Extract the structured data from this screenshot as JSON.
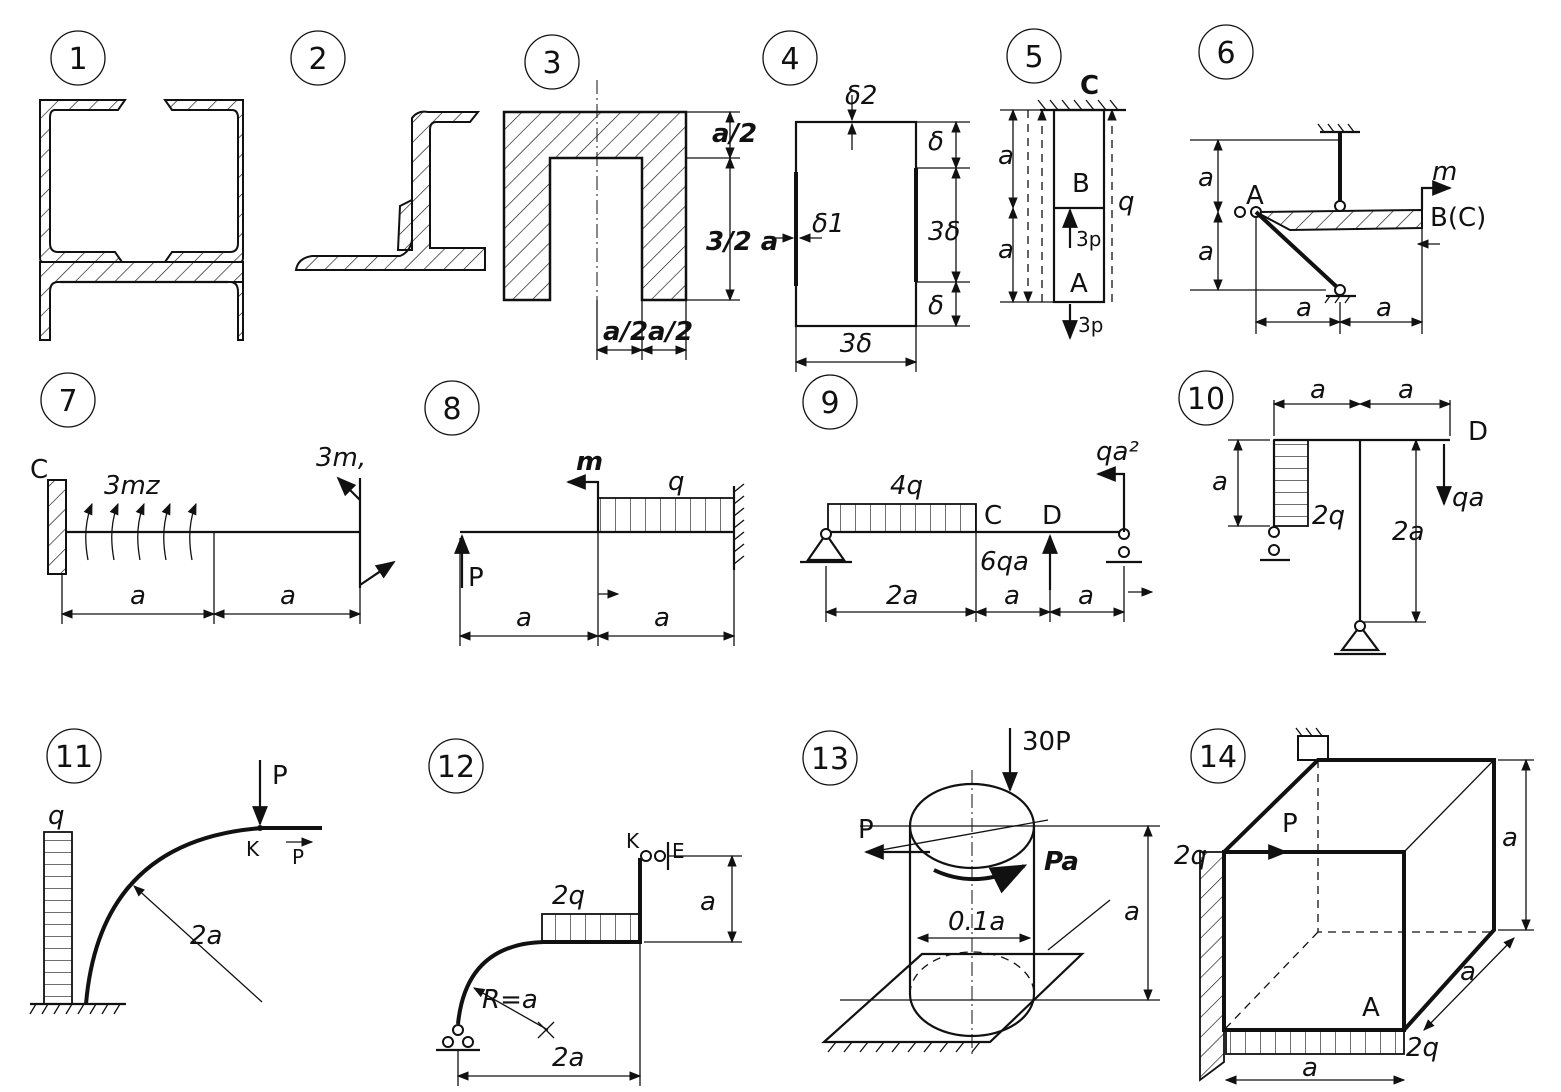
{
  "problems": [
    {
      "number": "1"
    },
    {
      "number": "2"
    },
    {
      "number": "3",
      "labels": {
        "top_dim": "a/2",
        "right_dim": "3/2 a",
        "bottom_dim_left": "a/2",
        "bottom_dim_right": "a/2"
      }
    },
    {
      "number": "4",
      "labels": {
        "delta2": "δ2",
        "delta1": "δ1",
        "right_top": "δ",
        "right_mid": "3δ",
        "right_bottom": "δ",
        "bottom": "3δ"
      }
    },
    {
      "number": "5",
      "labels": {
        "support": "C",
        "left_top": "a",
        "left_bottom": "a",
        "upper_section": "B",
        "lower_section": "A",
        "mid_force": "3p",
        "bottom_force": "3p",
        "load": "q"
      }
    },
    {
      "number": "6",
      "labels": {
        "left_top": "a",
        "left_bottom": "a",
        "point_a": "A",
        "point_b": "B(C)",
        "moment": "m",
        "bottom_left": "a",
        "bottom_right": "a"
      }
    },
    {
      "number": "7",
      "labels": {
        "support": "C",
        "moment_dist": "3mz",
        "moment_end": "3m,",
        "span_left": "a",
        "span_right": "a"
      }
    },
    {
      "number": "8",
      "labels": {
        "moment": "m",
        "load": "q",
        "force": "P",
        "span_left": "a",
        "span_right": "a"
      }
    },
    {
      "number": "9",
      "labels": {
        "load": "4q",
        "point_c": "C",
        "point_d": "D",
        "end_moment": "qa²",
        "force": "6qa",
        "span1": "2a",
        "span2": "a",
        "span3": "a"
      }
    },
    {
      "number": "10",
      "labels": {
        "top_left": "a",
        "top_right": "a",
        "point_d": "D",
        "left_height": "a",
        "load": "2q",
        "height": "2a",
        "force": "qa"
      }
    },
    {
      "number": "11",
      "labels": {
        "load": "q",
        "force_down": "P",
        "point_k": "K",
        "force_right": "P",
        "radius": "2a"
      }
    },
    {
      "number": "12",
      "labels": {
        "point_k": "K",
        "point_e": "E",
        "load": "2q",
        "height": "a",
        "radius": "R=a",
        "span": "2a"
      }
    },
    {
      "number": "13",
      "labels": {
        "axial": "30P",
        "lateral": "P",
        "torque": "Pa",
        "diameter": "0.1a",
        "height": "a"
      }
    },
    {
      "number": "14",
      "labels": {
        "force": "P",
        "load_left": "2q",
        "height": "a",
        "depth": "a",
        "point_a": "A",
        "width": "a",
        "load_bottom": "2q"
      }
    }
  ]
}
